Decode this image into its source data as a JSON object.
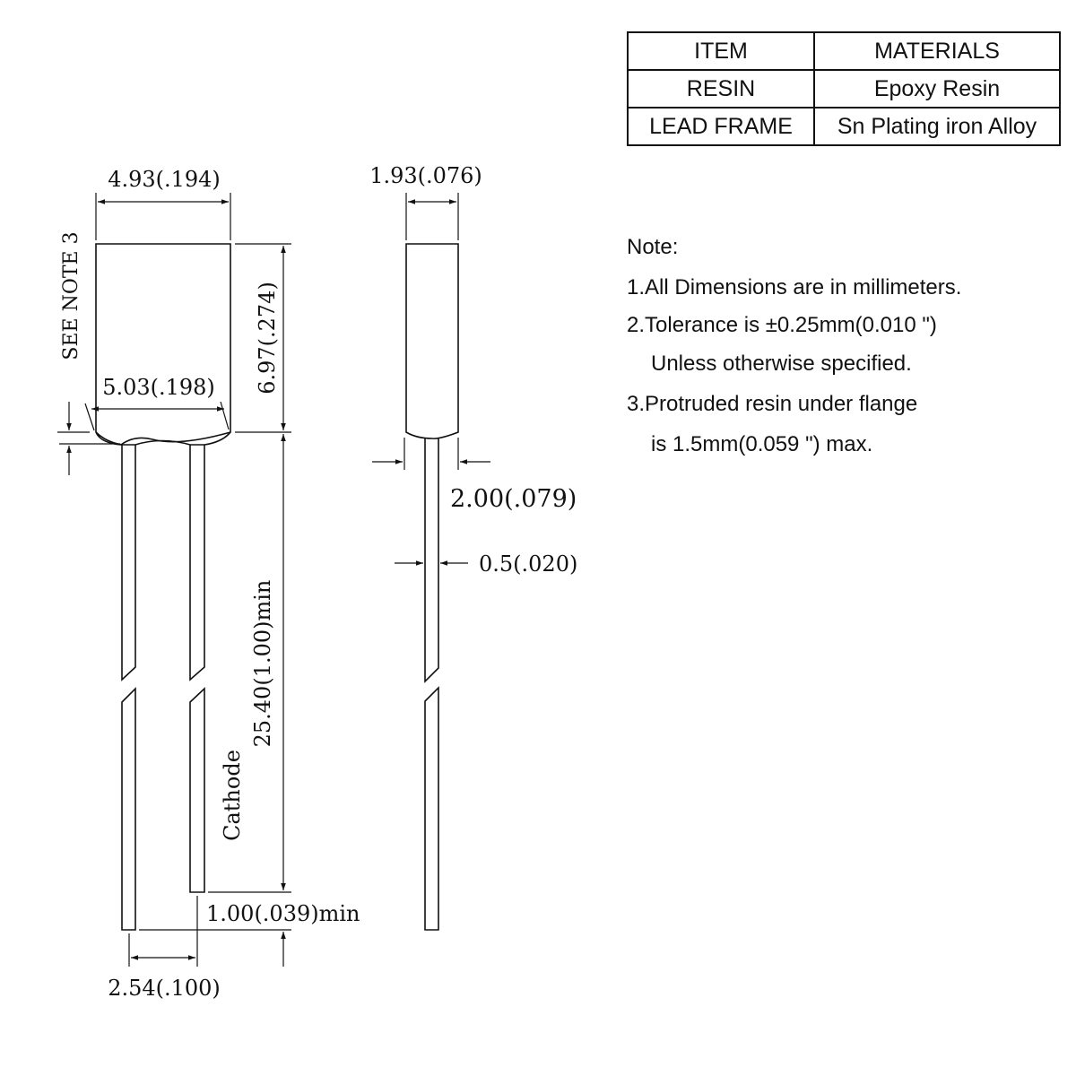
{
  "materials_table": {
    "header": [
      "ITEM",
      "MATERIALS"
    ],
    "rows": [
      [
        "RESIN",
        "Epoxy Resin"
      ],
      [
        "LEAD FRAME",
        "Sn Plating iron Alloy"
      ]
    ]
  },
  "notes": {
    "title": "Note:",
    "items": [
      "1.All Dimensions are in millimeters.",
      "2.Tolerance is ±0.25mm(0.010 \")",
      "Unless otherwise specified.",
      "3.Protruded resin under flange",
      "is 1.5mm(0.059 \") max."
    ]
  },
  "front_view": {
    "width": "4.93(.194)",
    "flange_width": "5.03(.198)",
    "height": "6.97(.274)",
    "lead_length": "25.40(1.00)min",
    "lead_diff": "1.00(.039)min",
    "pitch": "2.54(.100)",
    "cathode_label": "Cathode",
    "see_note": "SEE NOTE 3"
  },
  "side_view": {
    "thickness": "1.93(.076)",
    "flange_thickness": "2.00(.079)",
    "lead_thickness": "0.5(.020)"
  }
}
